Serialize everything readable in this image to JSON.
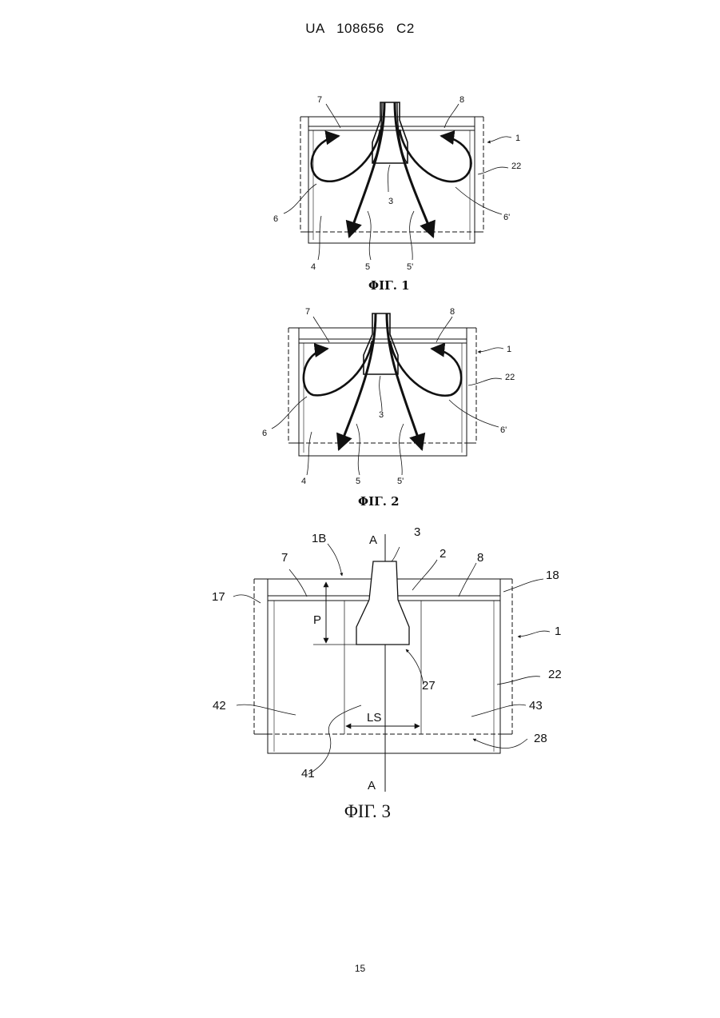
{
  "header": {
    "doc_number": "UA   108656   C2"
  },
  "figures": [
    {
      "caption": "ΦΙΓ. 1",
      "labels": {
        "l7": "7",
        "l8": "8",
        "l1": "1",
        "l22": "22",
        "l3": "3",
        "l6": "6",
        "l6p": "6'",
        "l4": "4",
        "l5": "5",
        "l5p": "5'"
      }
    },
    {
      "caption": "ΦΙΓ. 2",
      "labels": {
        "l7": "7",
        "l8": "8",
        "l1": "1",
        "l22": "22",
        "l3": "3",
        "l6": "6",
        "l6p": "6'",
        "l4": "4",
        "l5": "5",
        "l5p": "5'"
      }
    },
    {
      "caption": "ΦΙΓ. 3",
      "labels": {
        "lA_top": "A",
        "l3": "3",
        "l1B": "1B",
        "l2": "2",
        "l7": "7",
        "l8": "8",
        "l17": "17",
        "l18": "18",
        "lP": "P",
        "l1": "1",
        "l27": "27",
        "l22": "22",
        "l42": "42",
        "l43": "43",
        "lLS": "LS",
        "l28": "28",
        "l41": "41",
        "lA_bot": "A"
      }
    }
  ],
  "footer": {
    "page_number": "15"
  }
}
